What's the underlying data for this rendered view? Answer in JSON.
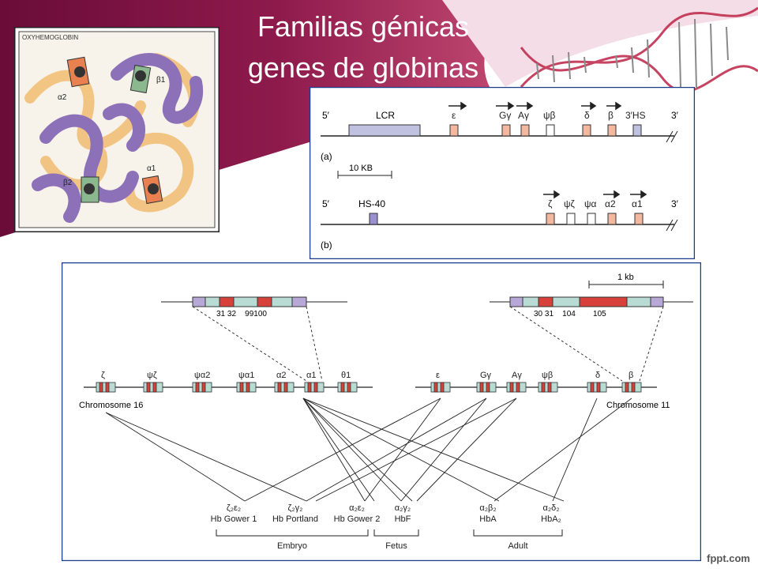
{
  "slide": {
    "title_line1": "Familias génicas",
    "title_line2": "genes de globinas",
    "watermark": "fppt.com"
  },
  "colors": {
    "banner": "#7a1040",
    "banner_light": "#b83060",
    "exon_red": "#d8403a",
    "exon_teal": "#b8dcd4",
    "exon_purple": "#b8a8d8",
    "gene_peach": "#f4b8a0",
    "lcr_lavender": "#c0c0e0",
    "panel_border": "#1a3a8a"
  },
  "hemoglobin_image": {
    "label": "OXYHEMOGLOBIN",
    "subunits": [
      "β1",
      "α2",
      "α1",
      "β2"
    ]
  },
  "panel_a": {
    "five_prime": "5′",
    "three_prime": "3′",
    "lcr": "LCR",
    "genes": [
      "ε",
      "Gγ",
      "Aγ",
      "ψβ",
      "δ",
      "β",
      "3′HS"
    ],
    "caption": "(a)",
    "scale": "10 KB"
  },
  "panel_b": {
    "five_prime": "5′",
    "three_prime": "3′",
    "hs40": "HS-40",
    "genes": [
      "ζ",
      "ψζ",
      "ψα",
      "α2",
      "α1"
    ],
    "caption": "(b)"
  },
  "diagram": {
    "scale": "1 kb",
    "alpha_exon_labels": "31 32    99100",
    "beta_exon_labels": "30 31    104        105",
    "chr16_genes": [
      "ζ",
      "ψζ",
      "ψα2",
      "ψα1",
      "α2",
      "α1",
      "θ1"
    ],
    "chr11_genes": [
      "ε",
      "Gγ",
      "Aγ",
      "ψβ",
      "δ",
      "β"
    ],
    "chr16_label": "Chromosome 16",
    "chr11_label": "Chromosome 11",
    "hemoglobins": [
      {
        "formula": "ζ₂ε₂",
        "name": "Hb Gower 1"
      },
      {
        "formula": "ζ₂γ₂",
        "name": "Hb Portland"
      },
      {
        "formula": "α₂ε₂",
        "name": "Hb Gower 2"
      },
      {
        "formula": "α₂γ₂",
        "name": "HbF"
      },
      {
        "formula": "α₂β₂",
        "name": "HbA"
      },
      {
        "formula": "α₂δ₂",
        "name": "HbA₂"
      }
    ],
    "stages": [
      "Embryo",
      "Fetus",
      "Adult"
    ]
  }
}
